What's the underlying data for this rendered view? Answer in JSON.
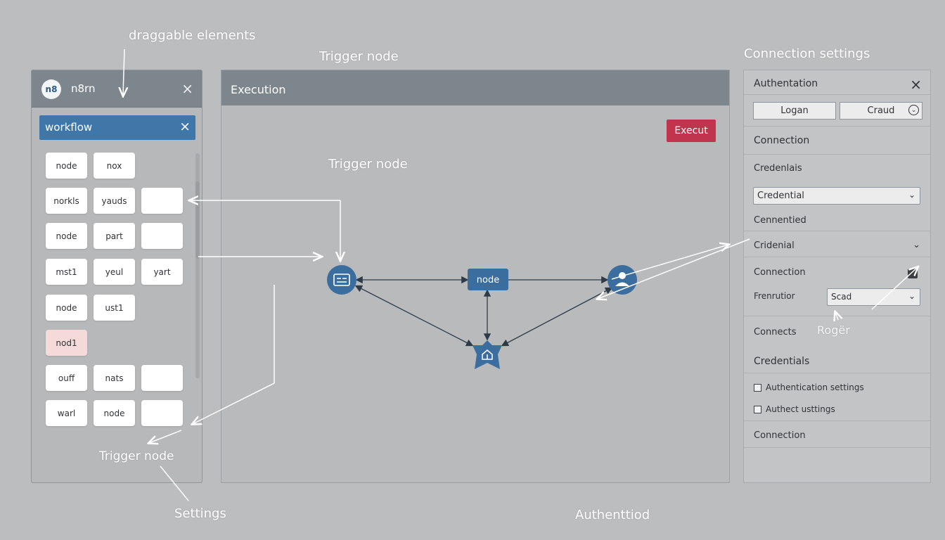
{
  "annotations": {
    "draggable": "draggable elements",
    "trigger_top": "Trigger node",
    "connection_settings": "Connection settings",
    "trigger_canvas": "Trigger node",
    "trigger_bottom": "Trigger node",
    "settings": "Settings",
    "authenticated": "Authenttiod",
    "roger": "Rogër"
  },
  "left_panel": {
    "logo": "n8",
    "app_name": "n8rn",
    "close": "×",
    "workflow": {
      "label": "workflow",
      "close": "×"
    },
    "nodes": [
      [
        "node",
        "nox",
        ""
      ],
      [
        "norkls",
        "yauds",
        ""
      ],
      [
        "node",
        "part",
        ""
      ],
      [
        "mst1",
        "yeul",
        "yart"
      ],
      [
        "node",
        "ust1",
        ""
      ],
      [
        "nod1",
        "",
        ""
      ],
      [
        "ouff",
        "nats",
        ""
      ],
      [
        "warl",
        "node",
        ""
      ]
    ]
  },
  "center_panel": {
    "title": "Execution",
    "execute": "Execut",
    "node_label": "node"
  },
  "right_panel": {
    "authentication": "Authentation",
    "close": "×",
    "btn_login": "Logan",
    "btn_crawd": "Craud",
    "connection1": "Connection",
    "credentials": "Credenlais",
    "credential_select": "Credential",
    "connentied": "Cennentied",
    "credenial": "Cridenial",
    "connection2": "Connection",
    "frenutior": "Frenrutior",
    "scad": "Scad",
    "connects": "Connects",
    "credentials2": "Credentials",
    "check1": "Authentication settings",
    "check2": "Authect usttings",
    "connection3": "Connection"
  },
  "colors": {
    "header": "#7d858d",
    "accent": "#3f77a8",
    "execute": "#c0344d",
    "node_blue": "#3b6e9e"
  }
}
